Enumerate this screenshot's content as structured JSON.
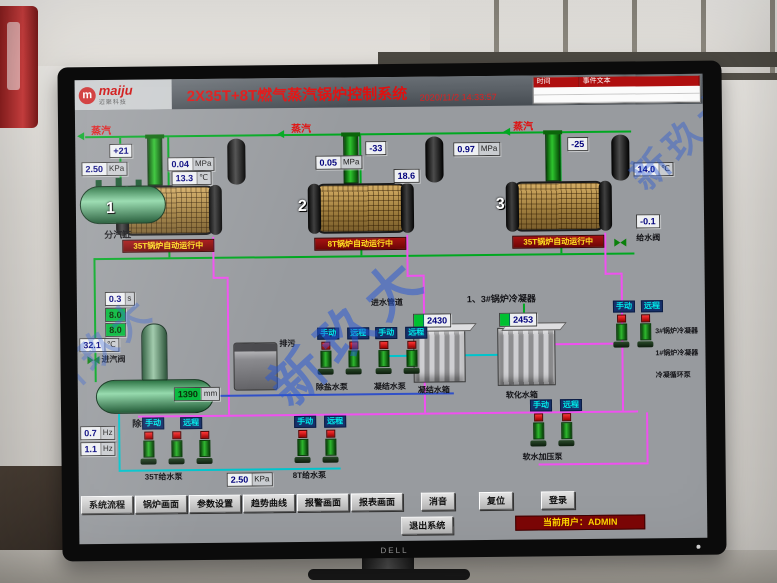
{
  "scene": {
    "brand": "DELL"
  },
  "header": {
    "logo_mark": "m",
    "logo_name": "maiju",
    "logo_sub": "迈聚科技",
    "title": "2X35T+8T燃气蒸汽锅炉控制系统",
    "datetime": "2020/11/2 14:33:57",
    "alarm_cols": {
      "time": "时间",
      "event": "事件文本"
    }
  },
  "watermark": {
    "text": "新玖大"
  },
  "boilers": [
    {
      "num": "1",
      "status": "35T锅炉自动运行中"
    },
    {
      "num": "2",
      "status": "8T锅炉自动运行中"
    },
    {
      "num": "3",
      "status": "35T锅炉自动运行中"
    }
  ],
  "gauges": {
    "steam_left": {
      "v": "2.50",
      "u": "KPa"
    },
    "b1_draft": {
      "v": "+21"
    },
    "b1_press": {
      "v": "0.04",
      "u": "MPa"
    },
    "b1_temp": {
      "v": "13.3",
      "u": "℃"
    },
    "b2_draft": {
      "v": "-33"
    },
    "b2_press": {
      "v": "0.05",
      "u": "MPa"
    },
    "b2_temp": {
      "v": "18.6"
    },
    "b3_draft": {
      "v": "-25"
    },
    "b3_press": {
      "v": "0.97",
      "u": "MPa"
    },
    "b3_temp": {
      "v": "14.0",
      "u": "℃"
    },
    "b3_extra": {
      "v": "-0.1"
    },
    "deaerator_time": {
      "v": "0.3",
      "u": "s"
    },
    "deaerator_press_a": {
      "v": "8.0"
    },
    "deaerator_press_b": {
      "v": "8.0"
    },
    "deaerator_temp": {
      "v": "32.1",
      "u": "℃"
    },
    "deaerator_level": {
      "v": "1390",
      "u": "mm"
    },
    "cond_tank_level": {
      "v": "2430"
    },
    "soft_tank_level": {
      "v": "2453"
    },
    "pump35_freq_a": {
      "v": "0.7",
      "u": "Hz"
    },
    "pump35_freq_b": {
      "v": "1.1",
      "u": "Hz"
    },
    "pump8_press": {
      "v": "2.50",
      "u": "KPa"
    }
  },
  "labels": {
    "steam": "蒸汽",
    "steam_cylinder": "分汽缸",
    "deaerator": "除氧器",
    "steam_valve": "进汽阀",
    "feed_valve": "给水阀",
    "blowdown": "排污",
    "inlet_pipe": "进水管道",
    "condenser_13": "1、3#锅炉冷凝器",
    "cond_tank": "凝结水箱",
    "soft_tank": "软化水箱",
    "desalt_pump": "除盐水泵",
    "cond_pump": "凝结水泵",
    "pump35": "35T给水泵",
    "pump8": "8T给水泵",
    "soft_press_pump": "软水加压泵",
    "condenser3": "3#锅炉冷凝器",
    "condenser1": "1#锅炉冷凝器",
    "cond_circ_pump": "冷凝循环泵",
    "manual": "手动",
    "remote": "远程"
  },
  "toolbar": {
    "buttons": [
      "系统流程",
      "锅炉画面",
      "参数设置",
      "趋势曲线",
      "报警画面",
      "报表画面",
      "消音",
      "复位",
      "登录",
      "退出系统"
    ]
  },
  "statusbar": {
    "current_user": "当前用户：ADMIN"
  }
}
